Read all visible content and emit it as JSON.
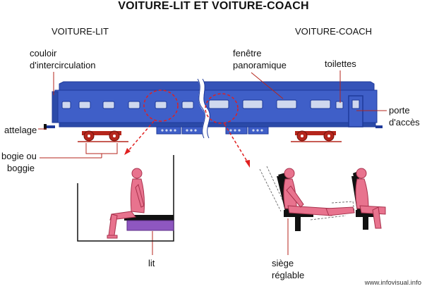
{
  "title": "VOITURE-LIT ET VOITURE-COACH",
  "sections": {
    "sleeper": "VOITURE-LIT",
    "coach": "VOITURE-COACH"
  },
  "labels": {
    "gangway": [
      "couloir",
      "d'intercirculation"
    ],
    "panoramic_window": [
      "fenêtre",
      "panoramique"
    ],
    "toilets": "toilettes",
    "access_door": [
      "porte",
      "d'accès"
    ],
    "coupling": "attelage",
    "bogie": [
      "bogie ou",
      "boggie"
    ],
    "bed": "lit",
    "reclining_seat": [
      "siège",
      "réglable"
    ]
  },
  "credit": "www.infovisual.info",
  "colors": {
    "car_body": "#3f5fc8",
    "car_dark": "#1e3a9a",
    "window": "#cfd8ee",
    "wheel": "#b5261c",
    "person": "#e8738e",
    "bed_top": "#111111",
    "mattress": "#8e57c0",
    "dashed_red": "#e02020"
  }
}
